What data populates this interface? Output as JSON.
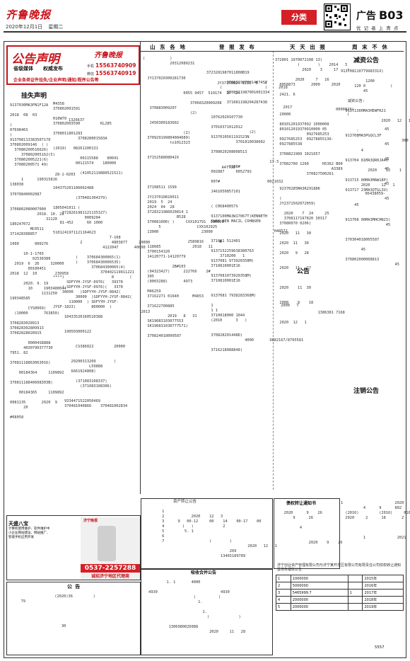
{
  "header": {
    "logo": "齐鲁晚报",
    "date": "2020年12月1日",
    "weekday": "星期二",
    "section_tab": "分类",
    "page_label": "广告",
    "page_number": "B03",
    "editor_line": "优 记 者   上 青 点"
  },
  "announcement": {
    "title": "公告声明",
    "brand": "齐鲁晚报",
    "tagline1": "省级媒体",
    "tagline2": "权威发布",
    "services": "企业各类证件挂失/企业声明/通知/程序公告等",
    "phone_label": "手机",
    "phone": "15563740909",
    "wechat_label": "微信",
    "wechat": "15563740919"
  },
  "columns": {
    "lost_title": "挂失声明",
    "region": "山 东 各 地",
    "publish": "登 报 发 布",
    "daily": "天 天 出 报",
    "weekly": "周 末 不 休",
    "capital_title": "减资公告",
    "notice_title": "公告",
    "cancel_title": "注销公告",
    "debt_title": "债权转让通知书",
    "merger_title": "吸收合并公告",
    "bottom_left_title": "公 告"
  },
  "ad": {
    "heading": "天盛八宝",
    "body": "计算机使用维护、软件维护中小企业网站建设、网站推广、智能手机应用开发",
    "phone": "0537-2257288",
    "agent": "诚招济宁地区代理商",
    "brand_top": "济宁晚报"
  },
  "bottom_table": {
    "title": "济宁创业资产管理有限公司与济宁某开发区有限公司有限责任公司债权转让通知暨债务催收公告",
    "rows": [
      [
        "1",
        "1000000",
        "",
        "2015年"
      ],
      [
        "2",
        "5000000",
        "",
        "2016年"
      ],
      [
        "3",
        "5465999.7",
        "1",
        "2017年"
      ],
      [
        "4",
        "2000000",
        "",
        "2018年"
      ],
      [
        "5",
        "2000000",
        "",
        "2019年"
      ]
    ]
  },
  "footer_num": "5557"
}
